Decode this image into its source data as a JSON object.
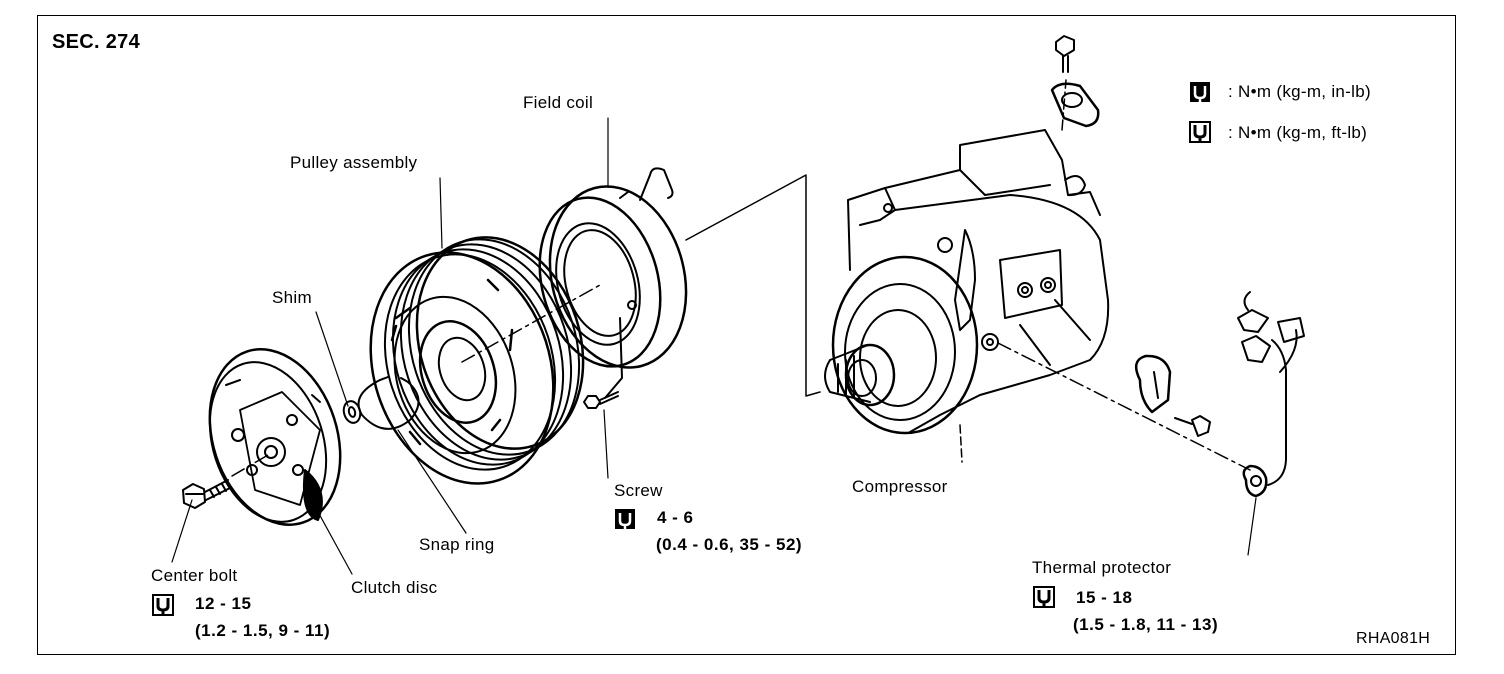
{
  "section": "SEC. 274",
  "code": "RHA081H",
  "legend": {
    "item1": ": N•m (kg-m, in-lb)",
    "item2": ": N•m (kg-m, ft-lb)",
    "icon1": "torque-wrench-filled-icon",
    "icon2": "torque-wrench-outline-icon"
  },
  "parts": {
    "field_coil": "Field coil",
    "pulley_assembly": "Pulley assembly",
    "shim": "Shim",
    "snap_ring": "Snap ring",
    "clutch_disc": "Clutch disc",
    "center_bolt": "Center bolt",
    "screw": "Screw",
    "compressor": "Compressor",
    "thermal_protector": "Thermal protector"
  },
  "torques": {
    "screw": {
      "value": "4 - 6",
      "detail": "(0.4 - 0.6, 35 - 52)"
    },
    "center_bolt": {
      "value": "12 - 15",
      "detail": "(1.2 - 1.5, 9 - 11)"
    },
    "thermal_protector": {
      "value": "15 - 18",
      "detail": "(1.5 - 1.8, 11 - 13)"
    }
  }
}
